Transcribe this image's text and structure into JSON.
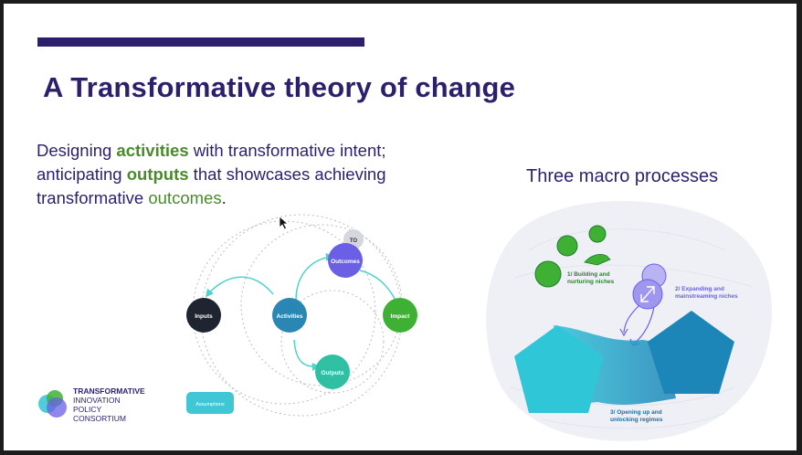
{
  "slide": {
    "title": "A Transformative theory of change",
    "subtitle": {
      "p1": "Designing ",
      "activities": "activities",
      "p2": " with transformative intent; anticipating ",
      "outputs": "outputs",
      "p3": " that showcases achieving transformative ",
      "outcomes": "outcomes",
      "p4": "."
    }
  },
  "diagram": {
    "to": "TO",
    "outcomes": "Outcomes",
    "inputs": "Inputs",
    "activities": "Activities",
    "impact": "Impact",
    "outputs": "Outputs",
    "assumptions": "Assumptions"
  },
  "macro": {
    "title": "Three macro processes",
    "p1_line1": "1/ Building and",
    "p1_line2": "nurturing niches",
    "p2_line1": "2/ Expanding and",
    "p2_line2": "mainstreaming niches",
    "p3_line1": "3/ Opening up and",
    "p3_line2": "unlocking regimes"
  },
  "logo": {
    "line1": "TRANSFORMATIVE",
    "line2": "INNOVATION",
    "line3": "POLICY",
    "line4": "CONSORTIUM"
  },
  "colors": {
    "navy": "#2e1f6d",
    "green_text": "#4a8a2c",
    "outcomes": "#6b5fe6",
    "activities": "#2a87b4",
    "impact": "#3eb135",
    "outputs": "#2fc0a4",
    "inputs": "#1e2430",
    "assumptions": "#3fc7d6"
  }
}
